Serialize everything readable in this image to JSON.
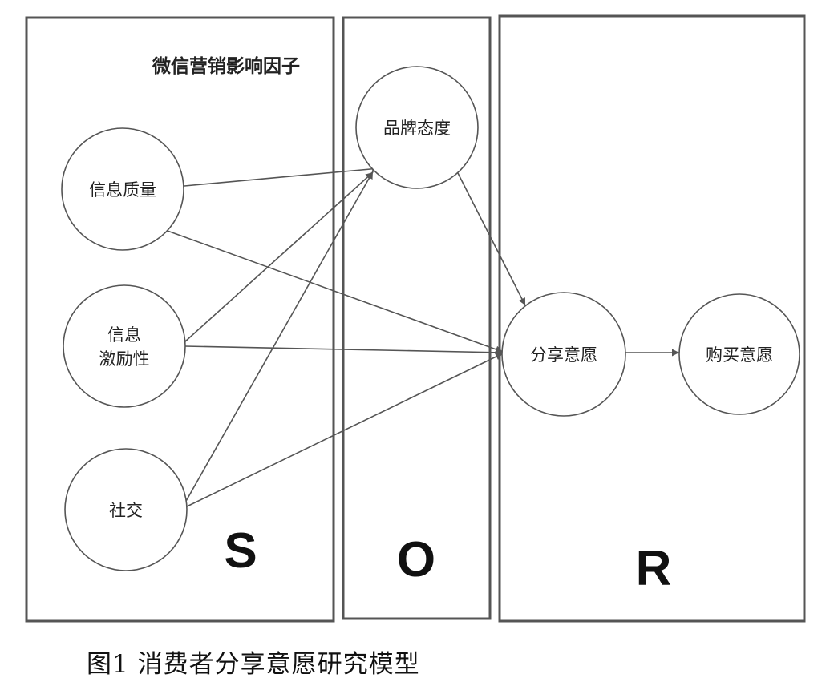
{
  "group_title": "微信营销影响因子",
  "panels": [
    {
      "id": "S",
      "letter": "S"
    },
    {
      "id": "O",
      "letter": "O"
    },
    {
      "id": "R",
      "letter": "R"
    }
  ],
  "nodes": [
    {
      "id": "info_quality",
      "lines": [
        "信息质量"
      ]
    },
    {
      "id": "info_incentive",
      "lines": [
        "信息",
        "激励性"
      ]
    },
    {
      "id": "social",
      "lines": [
        "社交"
      ]
    },
    {
      "id": "brand_attitude",
      "lines": [
        "品牌态度"
      ]
    },
    {
      "id": "share_intention",
      "lines": [
        "分享意愿"
      ]
    },
    {
      "id": "purchase_intention",
      "lines": [
        "购买意愿"
      ]
    }
  ],
  "edges": [
    {
      "from": "info_quality",
      "to": "brand_attitude"
    },
    {
      "from": "info_quality",
      "to": "share_intention"
    },
    {
      "from": "info_incentive",
      "to": "brand_attitude"
    },
    {
      "from": "info_incentive",
      "to": "share_intention"
    },
    {
      "from": "social",
      "to": "brand_attitude"
    },
    {
      "from": "social",
      "to": "share_intention"
    },
    {
      "from": "brand_attitude",
      "to": "share_intention"
    },
    {
      "from": "share_intention",
      "to": "purchase_intention"
    }
  ],
  "caption": "图1  消费者分享意愿研究模型"
}
